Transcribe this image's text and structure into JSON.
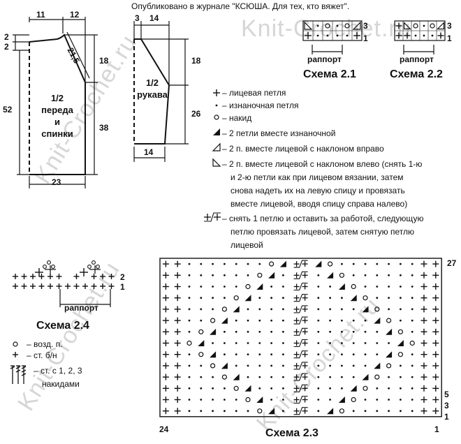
{
  "header": {
    "published": "Опубликовано в журнале \"КСЮША. Для тех, кто вяжет\"."
  },
  "watermark": "Knit-Crochet.ru",
  "front_back": {
    "label": [
      "1/2",
      "переда",
      "и",
      "спинки"
    ],
    "dims": {
      "left_top": "11",
      "right_top": "12",
      "neck1": "2",
      "neck2": "2",
      "raglan": "21,5",
      "upper": "18",
      "lower": "38",
      "total": "52",
      "bottom": "23"
    }
  },
  "sleeve": {
    "label": [
      "1/2",
      "рукава"
    ],
    "dims": {
      "left_top": "3",
      "right_top": "14",
      "upper": "18",
      "lower": "26",
      "bottom": "14"
    }
  },
  "schema21": {
    "title": "Схема 2.1",
    "repeat": "раппорт",
    "row3": "3",
    "row1": "1"
  },
  "schema22": {
    "title": "Схема 2.2",
    "repeat": "раппорт",
    "row3": "3",
    "row1": "1"
  },
  "legend": [
    "– лицевая петля",
    "– изнаночная петля",
    "– накид",
    "– 2 петли вместе изнаночной",
    "– 2 п. вместе лицевой с наклоном вправо",
    "– 2 п. вместе лицевой с наклоном влево (снять 1-ю",
    "и 2-ю петли как при лицевом вязании, затем",
    "снова надеть их на левую спицу и провязать",
    "вместе лицевой, вводя спицу справа налево)",
    "– снять 1 петлю и оставить за работой, следующую",
    "петлю провязать лицевой, затем снятую петлю",
    "лицевой"
  ],
  "schema24": {
    "title": "Схема 2.4",
    "repeat": "раппорт",
    "row2": "2",
    "row1": "1",
    "legend": [
      "– возд. п.",
      "– ст. б/н",
      "– ст. с 1, 2, 3",
      "накидами"
    ]
  },
  "schema23": {
    "title": "Схема 2.3",
    "row27": "27",
    "row5": "5",
    "row3": "3",
    "row1": "1",
    "col_left": "24",
    "col_right": "1"
  }
}
